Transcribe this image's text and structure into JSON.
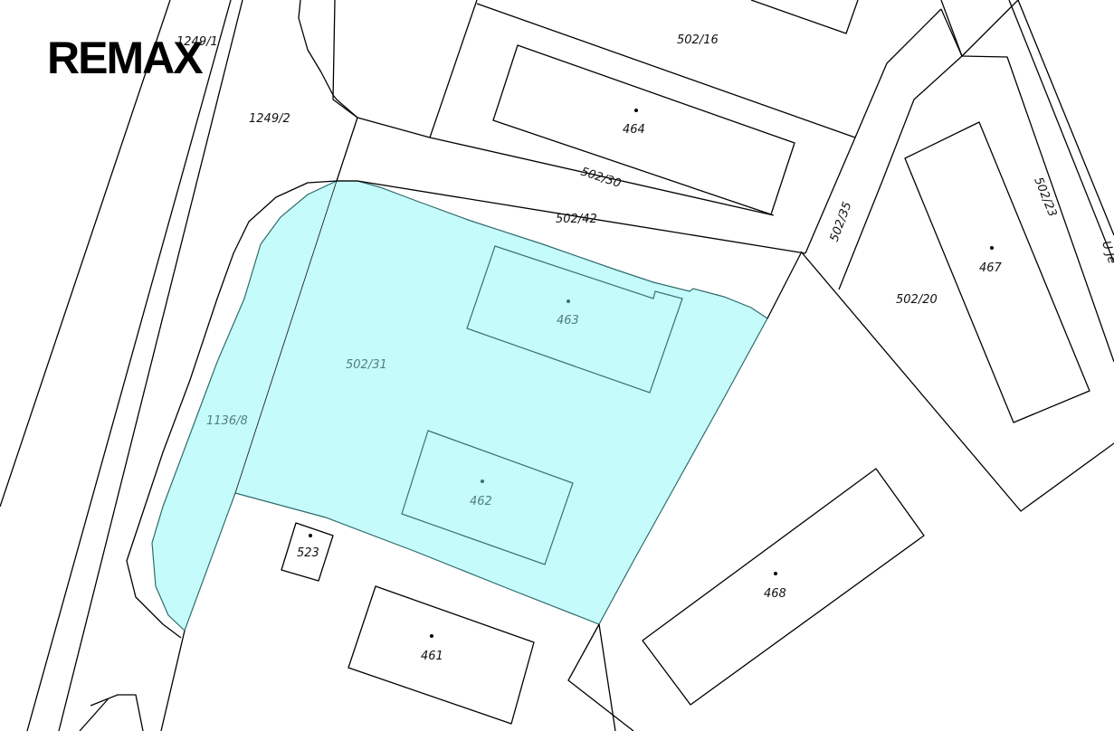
{
  "logo": {
    "text": "REMAX"
  },
  "parcels": {
    "p_1249_1": "1249/1",
    "p_1249_2": "1249/2",
    "p_502_16": "502/16",
    "p_502_30": "502/30",
    "p_502_42": "502/42",
    "p_502_35": "502/35",
    "p_502_23": "502/23",
    "p_502_20": "502/20",
    "p_502_31": "502/31",
    "p_1136_8": "1136/8"
  },
  "buildings": {
    "b_464": "464",
    "b_463": "463",
    "b_467": "467",
    "b_462": "462",
    "b_523": "523",
    "b_468": "468",
    "b_461": "461"
  },
  "street": {
    "name_fragment": "U Je"
  },
  "colors": {
    "highlight": "#c6fbfb",
    "highlight_outline": "#2f6b6b",
    "lines": "#000000"
  }
}
